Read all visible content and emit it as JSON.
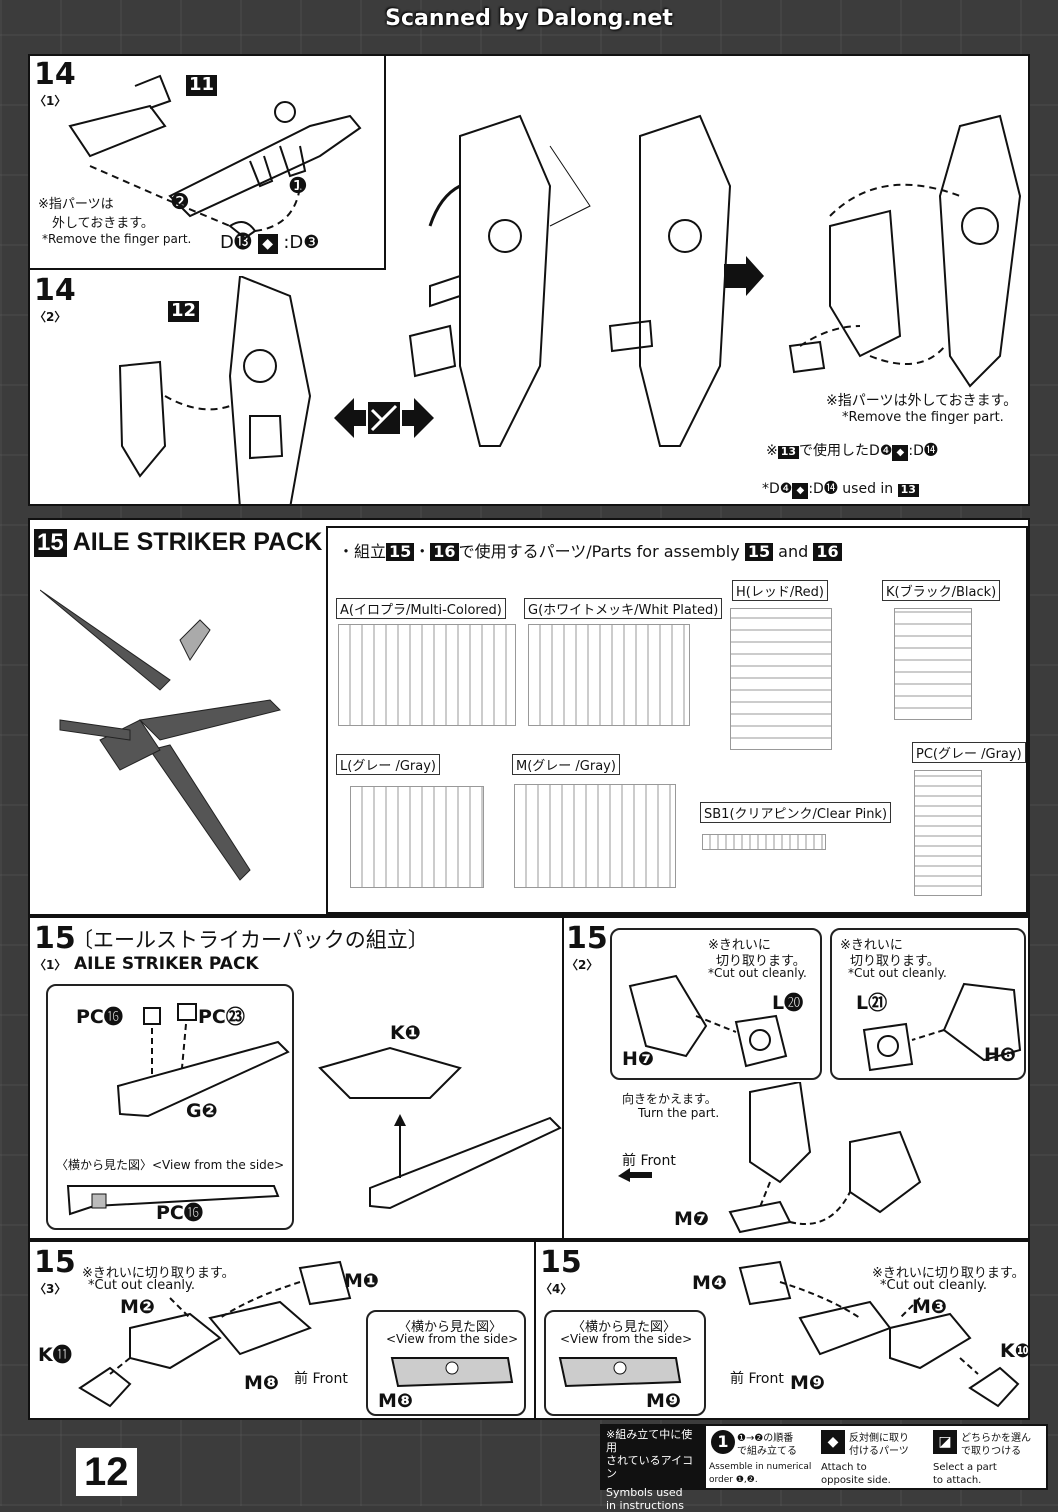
{
  "scan_credit": "Scanned by Dalong.net",
  "page_number": "12",
  "step14_1": {
    "num": "14",
    "sub": "〈1〉",
    "part_label": "11",
    "note_jp_1": "※指パーツは",
    "note_jp_2": "外しておきます。",
    "note_en": "*Remove the finger part.",
    "swap": "D⓭",
    "swap_to": ":D❸",
    "arrow_1": "❶",
    "arrow_2": "❷"
  },
  "step14_2": {
    "num": "14",
    "sub": "〈2〉",
    "part_label": "12",
    "note_jp": "※指パーツは外しておきます。",
    "note_en": "*Remove the finger part.",
    "ref_jp_pre": "※",
    "ref_step": "13",
    "ref_jp_post": "で使用したD❹",
    "ref_jp_to": ":D⓮",
    "ref_en_pre": "*D❹",
    "ref_en_to": ":D⓮ used in",
    "ref_en_step": "13"
  },
  "section15": {
    "num": "15",
    "title": "AILE STRIKER PACK",
    "parts_intro_pre": "・組立",
    "parts_intro_s1": "15",
    "parts_intro_dot": "・",
    "parts_intro_s2": "16",
    "parts_intro_post": "で使用するパーツ/Parts for assembly",
    "parts_intro_and": "and",
    "sprues": {
      "A": "A(イロプラ/Multi-Colored)",
      "G": "G(ホワイトメッキ/Whit Plated)",
      "H": "H(レッド/Red)",
      "K": "K(ブラック/Black)",
      "L": "L(グレー /Gray)",
      "M": "M(グレー /Gray)",
      "PC": "PC(グレー /Gray)",
      "SB1": "SB1(クリアピンク/Clear Pink)"
    }
  },
  "step15_1": {
    "num": "15",
    "sub": "〈1〉",
    "title_jp": "〔エールストライカーパックの組立〕",
    "title_en": "AILE STRIKER PACK",
    "labels": [
      "PC⓰",
      "PC㉓",
      "G❷",
      "K❶",
      "PC⓰"
    ],
    "view_side": "〈横から見た図〉<View from the side>"
  },
  "step15_2": {
    "num": "15",
    "sub": "〈2〉",
    "cut_jp_1": "※きれいに",
    "cut_jp_2": "切り取ります。",
    "cut_en": "*Cut out cleanly.",
    "labels": [
      "L⓴",
      "H❼",
      "L㉑",
      "H❽",
      "M❼"
    ],
    "turn_jp": "向きをかえます。",
    "turn_en": "Turn the part.",
    "front": "前 Front"
  },
  "step15_3": {
    "num": "15",
    "sub": "〈3〉",
    "cut_jp": "※きれいに切り取ります。",
    "cut_en": "*Cut out cleanly.",
    "labels": [
      "M❶",
      "M❷",
      "K⓫",
      "M❽",
      "M❽"
    ],
    "view_side_jp": "〈横から見た図〉",
    "view_side_en": "<View from the side>",
    "front": "前 Front"
  },
  "step15_4": {
    "num": "15",
    "sub": "〈4〉",
    "cut_jp": "※きれいに切り取ります。",
    "cut_en": "*Cut out cleanly.",
    "labels": [
      "M❹",
      "M❸",
      "K❿",
      "M❾",
      "M❾"
    ],
    "view_side_jp": "〈横から見た図〉",
    "view_side_en": "<View from the side>",
    "front": "前 Front"
  },
  "legend": {
    "header_jp_1": "※組み立て中に使用",
    "header_jp_2": "されているアイコン",
    "header_en_1": "Symbols used",
    "header_en_2": "in instructions",
    "items": [
      {
        "jp_1": "❶→❷の順番",
        "jp_2": "で組み立てる",
        "en_1": "Assemble in numerical",
        "en_2": "order ❶,❷."
      },
      {
        "jp_1": "反対側に取り",
        "jp_2": "付けるパーツ",
        "en_1": "Attach to",
        "en_2": "opposite side."
      },
      {
        "jp_1": "どちらかを選ん",
        "jp_2": "で取りつける",
        "en_1": "Select a part",
        "en_2": "to attach."
      }
    ]
  },
  "icon_colors": {
    "ink": "#111111",
    "sprue_gray": "#9a9a9a",
    "paper": "#ffffff"
  }
}
